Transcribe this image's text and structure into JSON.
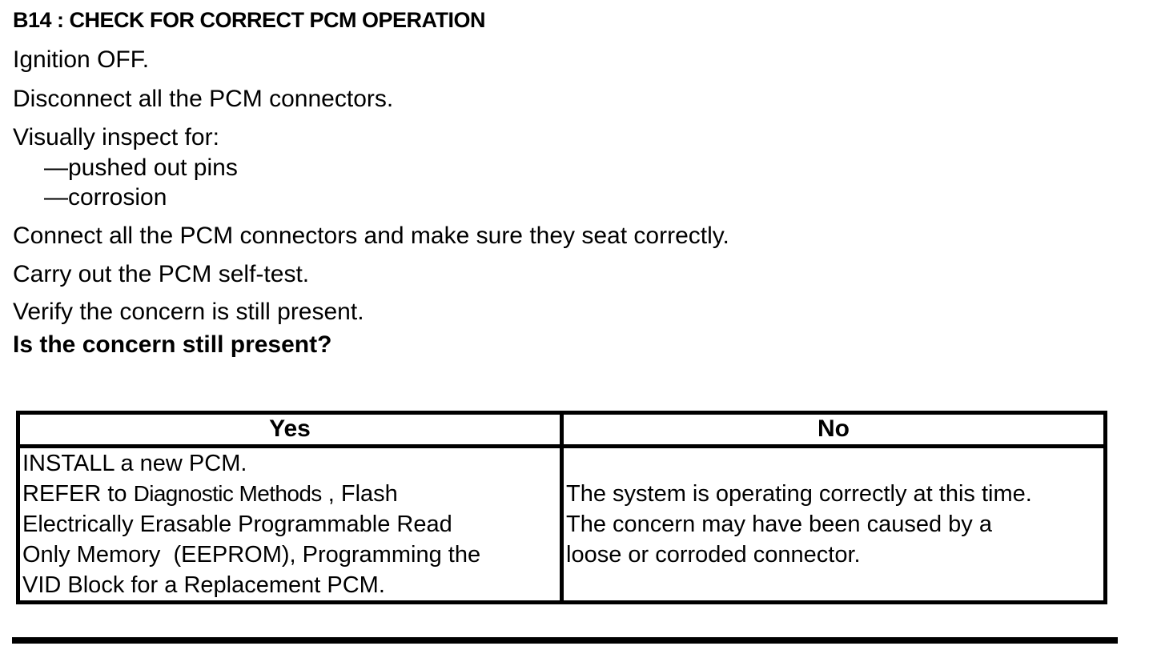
{
  "document": {
    "title": "B14 : CHECK FOR CORRECT PCM OPERATION",
    "procedure": {
      "step1": "Ignition OFF.",
      "step2": "Disconnect all the PCM connectors.",
      "step3": "Visually inspect for:",
      "step3_sub1": "—pushed out pins",
      "step3_sub2": "—corrosion",
      "step4": "Connect all the PCM connectors and make sure they seat correctly.",
      "step5": "Carry out the PCM self-test.",
      "step6": "Verify the concern is still present.",
      "question": "Is the concern still present?"
    },
    "results_table": {
      "yes_header": "Yes",
      "no_header": "No",
      "yes_line1": "INSTALL a new PCM.",
      "yes_line2_prefix": "REFER to ",
      "yes_line2_link": "Diagnostic Methods",
      "yes_line2_suffix": " , Flash",
      "yes_line3": "Electrically Erasable Programmable Read",
      "yes_line4": "Only Memory  (EEPROM), Programming the",
      "yes_line5": "VID Block for a Replacement PCM.",
      "no_line1": "The system is operating correctly at this time.",
      "no_line2": "The concern may have been caused by a",
      "no_line3": "loose or corroded connector."
    },
    "colors": {
      "ink": "#000000",
      "paper": "#ffffff"
    }
  }
}
